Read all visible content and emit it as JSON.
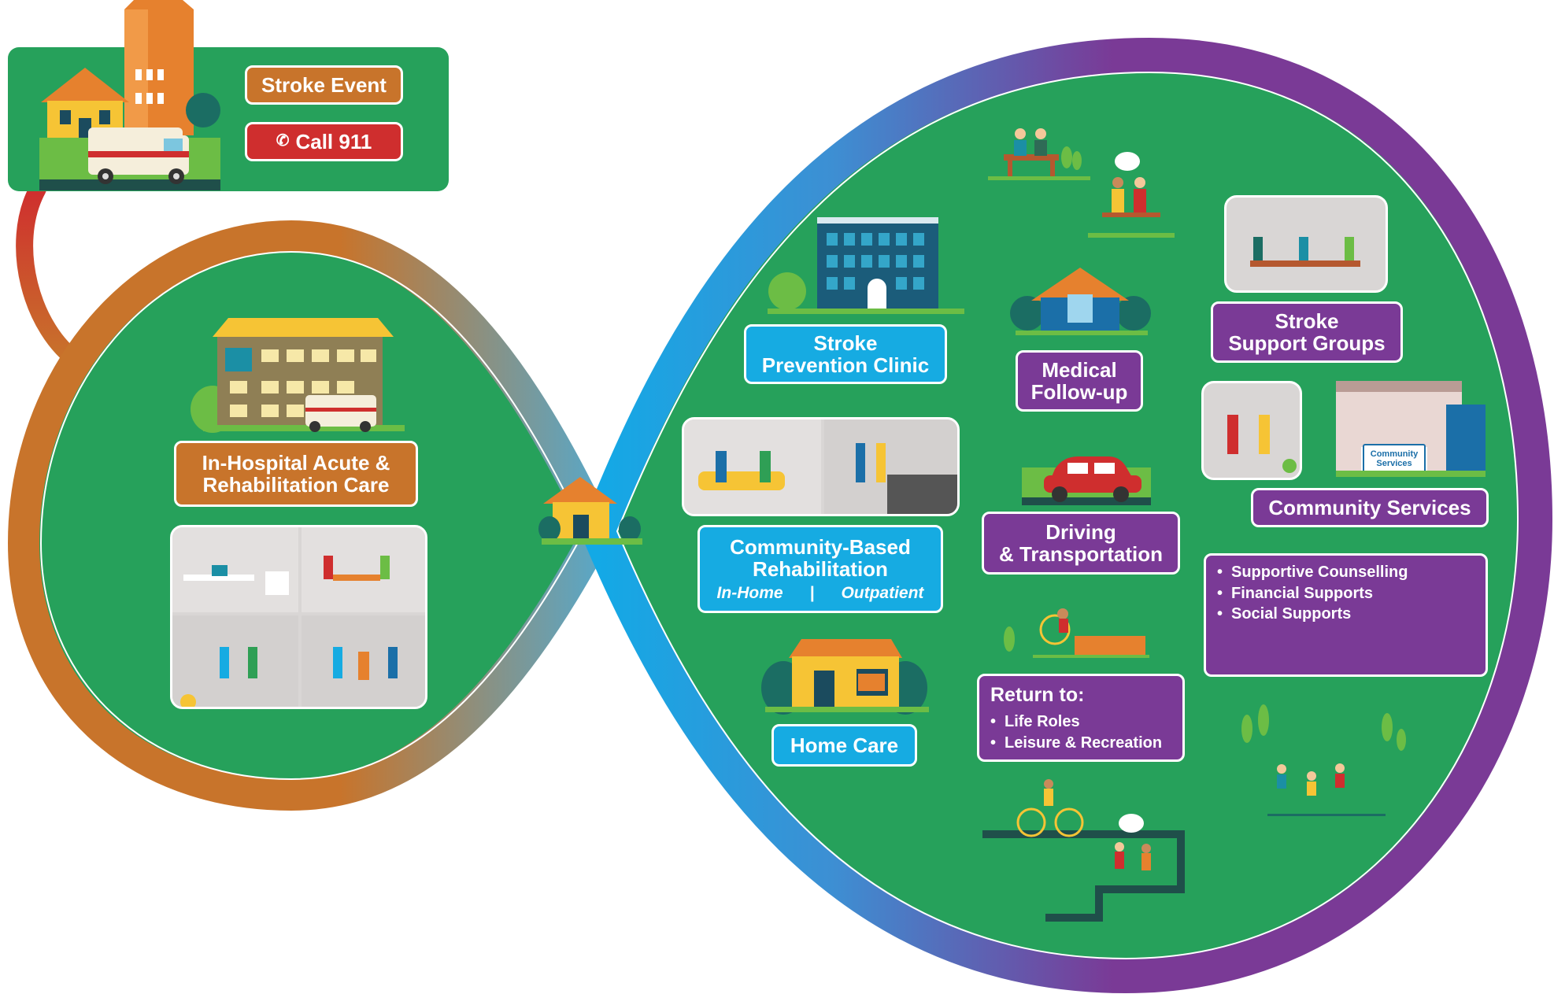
{
  "top_card": {
    "stroke_event": "Stroke Event",
    "call_911": "Call 911",
    "phone_icon": "phone-icon"
  },
  "acute": {
    "label_line1": "In-Hospital Acute &",
    "label_line2": "Rehabilitation Care"
  },
  "right": {
    "stroke_prevention_line1": "Stroke",
    "stroke_prevention_line2": "Prevention Clinic",
    "medical_line1": "Medical",
    "medical_line2": "Follow-up",
    "support_line1": "Stroke",
    "support_line2": "Support Groups",
    "community_services": "Community Services",
    "community_sign_line1": "Community",
    "community_sign_line2": "Services",
    "cbr_line1": "Community-Based",
    "cbr_line2": "Rehabilitation",
    "cbr_in_home": "In-Home",
    "cbr_sep": "|",
    "cbr_outpatient": "Outpatient",
    "driving_line1": "Driving",
    "driving_line2": "& Transportation",
    "home_care": "Home Care",
    "return_title": "Return to:",
    "return_items": [
      "Life Roles",
      "Leisure & Recreation"
    ],
    "supports_items": [
      "Supportive Counselling",
      "Financial Supports",
      "Social Supports"
    ]
  },
  "colors": {
    "green": "#26a15b",
    "orange": "#c8742b",
    "blue": "#16abe2",
    "purple": "#7a3a96",
    "red": "#cf2e2e"
  }
}
